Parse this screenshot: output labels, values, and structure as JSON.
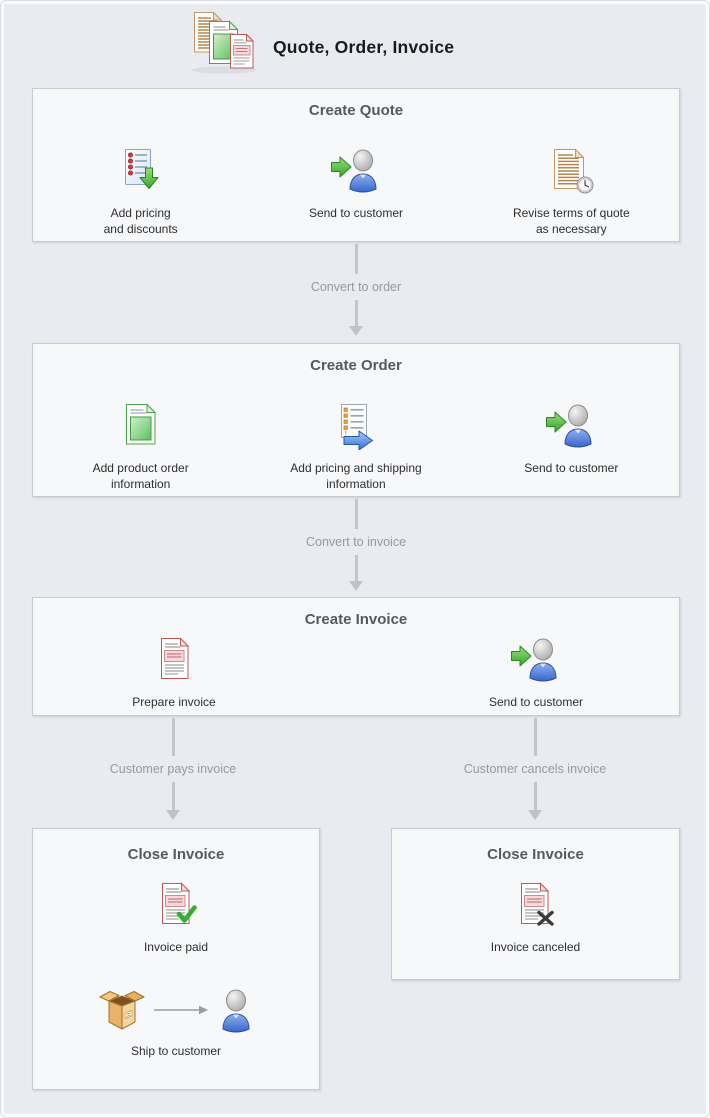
{
  "header": {
    "title": "Quote, Order, Invoice",
    "icon": "documents-stack-icon"
  },
  "panels": {
    "quote": {
      "title": "Create Quote",
      "items": [
        {
          "icon": "pricing-list-icon",
          "label": "Add pricing\nand discounts"
        },
        {
          "icon": "send-to-customer-icon",
          "label": "Send to customer"
        },
        {
          "icon": "revise-quote-icon",
          "label": "Revise terms of quote\nas necessary"
        }
      ]
    },
    "order": {
      "title": "Create Order",
      "items": [
        {
          "icon": "product-document-icon",
          "label": "Add product order\ninformation"
        },
        {
          "icon": "pricing-shipping-icon",
          "label": "Add pricing and shipping\ninformation"
        },
        {
          "icon": "send-to-customer-icon",
          "label": "Send to customer"
        }
      ]
    },
    "invoice": {
      "title": "Create Invoice",
      "items": [
        {
          "icon": "invoice-document-icon",
          "label": "Prepare invoice"
        },
        {
          "icon": "send-to-customer-icon",
          "label": "Send to customer"
        }
      ]
    },
    "close_paid": {
      "title": "Close Invoice",
      "items": [
        {
          "icon": "invoice-paid-icon",
          "label": "Invoice paid"
        }
      ],
      "ship": {
        "label": "Ship to customer",
        "icons": {
          "package": "package-box-icon",
          "arrow": "flow-arrow-right-icon",
          "person": "customer-person-icon"
        }
      }
    },
    "close_canceled": {
      "title": "Close Invoice",
      "items": [
        {
          "icon": "invoice-canceled-icon",
          "label": "Invoice canceled"
        }
      ]
    }
  },
  "connectors": {
    "to_order": {
      "label": "Convert to order"
    },
    "to_invoice": {
      "label": "Convert to invoice"
    },
    "pays": {
      "label": "Customer pays invoice"
    },
    "cancels": {
      "label": "Customer cancels invoice"
    }
  },
  "colors": {
    "background": "#e9ebf0",
    "panel_fill": "#f7f8fa",
    "panel_border": "#c9cbce",
    "title_text": "#1b1b1b",
    "heading_text": "#58595b",
    "label_text": "#2e2e2e",
    "connector": "#c3c5c9",
    "connector_text": "#97999c",
    "accent_green": "#36a62a",
    "accent_blue": "#3a66cc",
    "accent_red": "#bf5a57",
    "accent_tan": "#c2986a"
  }
}
